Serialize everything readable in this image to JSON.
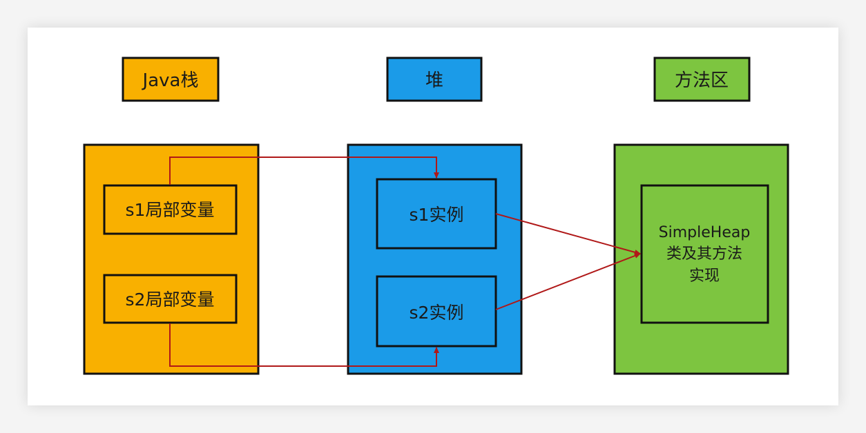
{
  "colors": {
    "stack": "#f9b000",
    "heap": "#1b9be8",
    "method": "#7dc540",
    "arrow": "#b01818",
    "border": "#111111"
  },
  "headers": {
    "stack": "Java栈",
    "heap": "堆",
    "method": "方法区"
  },
  "stack": {
    "s1": "s1局部变量",
    "s2": "s2局部变量"
  },
  "heap": {
    "s1": "s1实例",
    "s2": "s2实例"
  },
  "method": {
    "line1": "SimpleHeap",
    "line2": "类及其方法",
    "line3": "实现"
  }
}
